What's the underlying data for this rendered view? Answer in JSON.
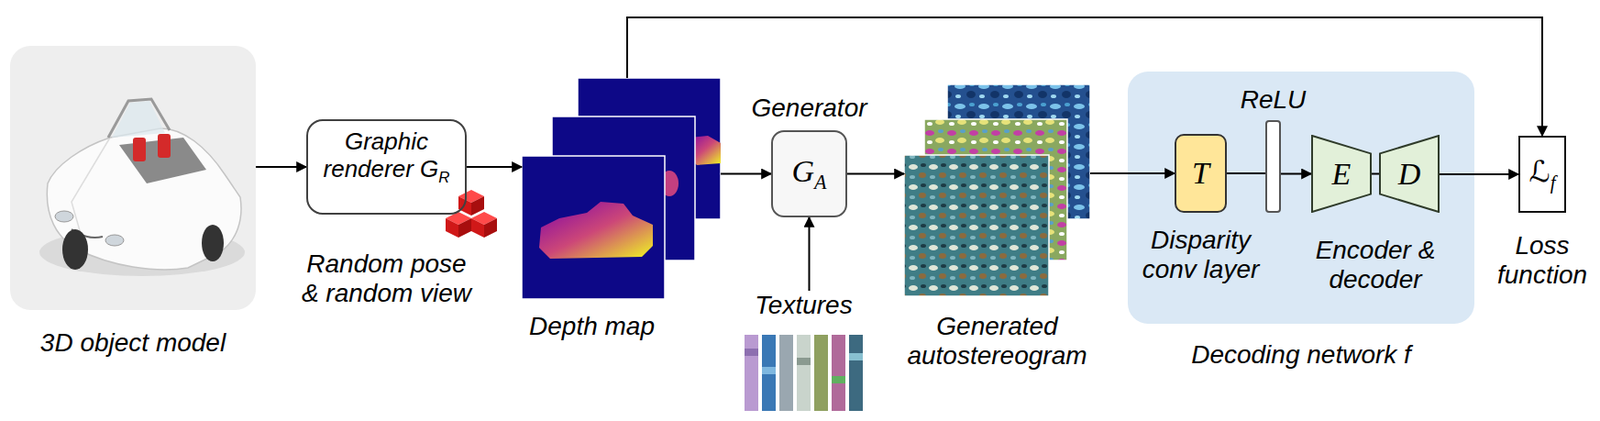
{
  "diagram": {
    "nodes": [
      {
        "text": [
          "3D object model"
        ]
      },
      {
        "text": [
          "Graphic renderer G",
          "R",
          "Random pose & random view"
        ]
      },
      {
        "text": [
          "Depth map"
        ]
      },
      {
        "text": [
          "Generator",
          "G",
          "A"
        ]
      },
      {
        "text": [
          "Textures"
        ]
      },
      {
        "text": [
          "Generated autostereogram"
        ]
      },
      {
        "text": [
          "Decoding network f"
        ]
      },
      {
        "text": [
          "T",
          "Disparity conv layer"
        ],
        "in": 6
      },
      {
        "text": [
          "ReLU"
        ],
        "in": 6
      },
      {
        "text": [
          "E"
        ],
        "in": 6
      },
      {
        "text": [
          "D"
        ],
        "in": 6
      },
      {
        "text": [
          "ℒ",
          "f",
          "Loss function"
        ]
      }
    ],
    "edges": [
      {
        "from": 0,
        "to": 1,
        "arrow": "to"
      },
      {
        "from": 1,
        "to": 2,
        "arrow": "to"
      },
      {
        "from": 2,
        "to": 3,
        "arrow": "to"
      },
      {
        "from": 4,
        "to": 3,
        "arrow": "to"
      },
      {
        "from": 3,
        "to": 5,
        "arrow": "to"
      },
      {
        "from": 5,
        "to": 7,
        "arrow": "to"
      },
      {
        "from": 7,
        "to": 8,
        "arrow": "none"
      },
      {
        "from": 8,
        "to": 9,
        "arrow": "to"
      },
      {
        "from": 9,
        "to": 10,
        "arrow": "none"
      },
      {
        "from": 10,
        "to": 11,
        "arrow": "to"
      },
      {
        "from": 2,
        "to": 11,
        "arrow": "to"
      }
    ],
    "labels": [
      "Encoder & decoder"
    ]
  }
}
